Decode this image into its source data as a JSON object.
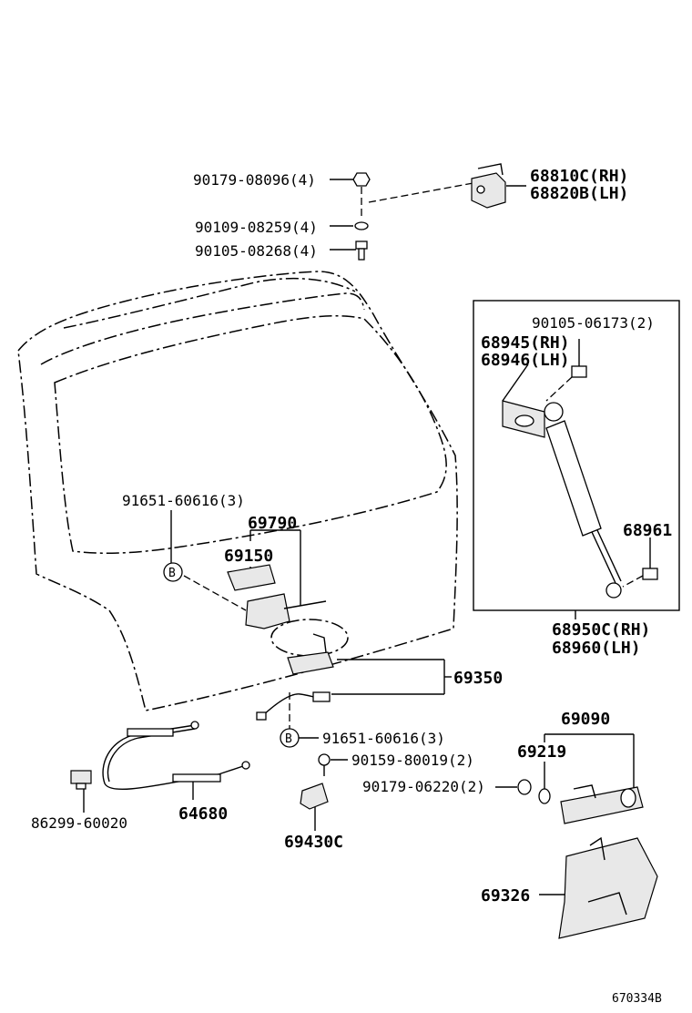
{
  "labels": {
    "nut_top": "90179-08096(4)",
    "washer": "90109-08259(4)",
    "bolt_top": "90105-08268(4)",
    "hinge_rh": "68810C(RH)",
    "hinge_lh": "68820B(LH)",
    "bolt_stay": "90105-06173(2)",
    "bracket_rh": "68945(RH)",
    "bracket_lh": "68946(LH)",
    "stay_end": "68961",
    "stay_rh": "68950C(RH)",
    "stay_lh": "68960(LH)",
    "screw_b_top": "91651-60616(3)",
    "handle_assy": "69790",
    "lock_part": "69150",
    "lock_assy": "69350",
    "screw_b_bottom": "91651-60616(3)",
    "screw_mid": "90159-80019(2)",
    "nut_bottom": "90179-06220(2)",
    "clip": "86299-60020",
    "cable": "64680",
    "striker": "69430C",
    "handle_group": "69090",
    "handle_sub": "69219",
    "cover": "69326",
    "callout_b": "B",
    "diagram_code": "670334B"
  }
}
